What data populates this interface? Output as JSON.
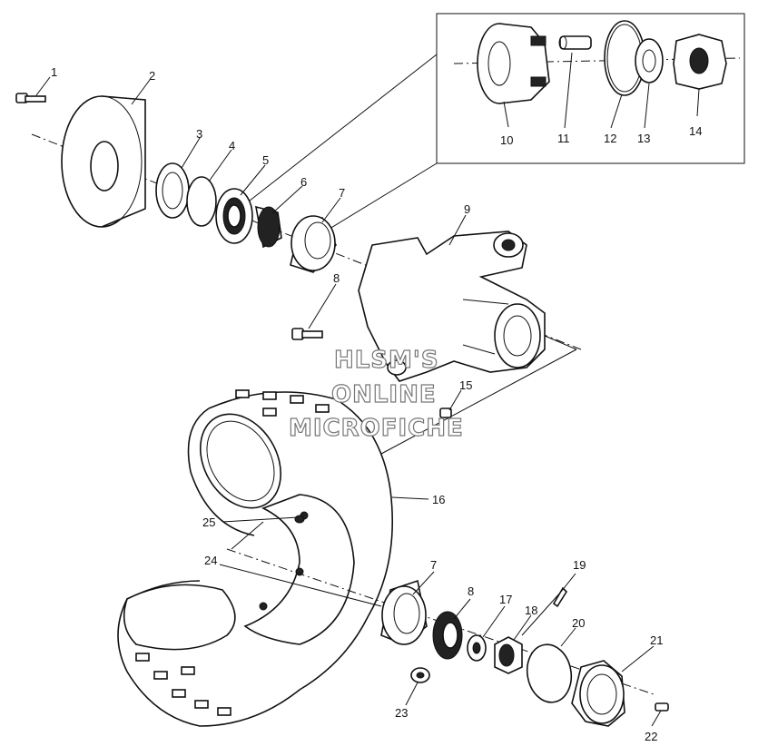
{
  "watermark": [
    "HLSM'S",
    "ONLINE",
    "MICROFICHE"
  ],
  "callouts": [
    "1",
    "2",
    "3",
    "4",
    "5",
    "6",
    "7",
    "8",
    "9",
    "10",
    "11",
    "12",
    "13",
    "14",
    "15",
    "16",
    "17",
    "18",
    "19",
    "20",
    "21",
    "22",
    "23",
    "24",
    "25",
    "7",
    "8"
  ]
}
